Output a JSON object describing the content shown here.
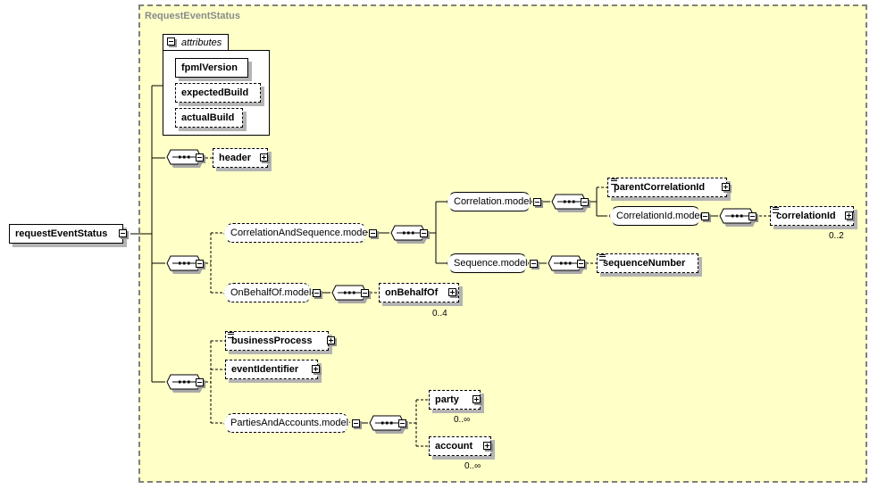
{
  "diagram": {
    "type_name": "RequestEventStatus",
    "root_element": "requestEventStatus",
    "attributes": {
      "group_label": "attributes",
      "items": [
        {
          "name": "fpmlVersion",
          "required": true
        },
        {
          "name": "expectedBuild",
          "required": false
        },
        {
          "name": "actualBuild",
          "required": false
        }
      ]
    },
    "elements": {
      "header": "header",
      "correlation_and_sequence_model": "CorrelationAndSequence.model",
      "correlation_model": "Correlation.model",
      "parent_correlation_id": "parentCorrelationId",
      "correlation_id_model": "CorrelationId.model",
      "correlation_id": "correlationId",
      "correlation_id_card": "0..2",
      "sequence_model": "Sequence.model",
      "sequence_number": "sequenceNumber",
      "on_behalf_of_model": "OnBehalfOf.model",
      "on_behalf_of": "onBehalfOf",
      "on_behalf_of_card": "0..4",
      "business_process": "businessProcess",
      "event_identifier": "eventIdentifier",
      "parties_and_accounts_model": "PartiesAndAccounts.model",
      "party": "party",
      "party_card": "0..∞",
      "account": "account",
      "account_card": "0..∞"
    },
    "colors": {
      "frame_bg": "#ffffc8",
      "frame_border": "#808080",
      "shadow": "#b4b4b4"
    }
  }
}
